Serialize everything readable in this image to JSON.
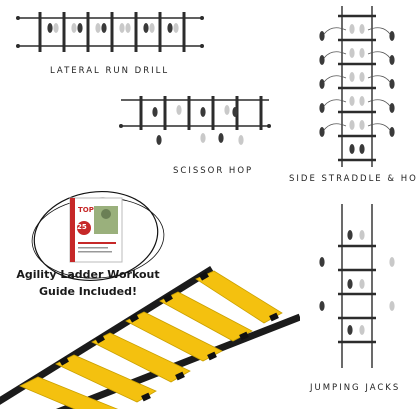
{
  "drills": {
    "lateral_run": "LATERAL RUN DRILL",
    "scissor_hop": "SCISSOR HOP",
    "side_straddle": "SIDE STRADDLE & HOP",
    "jumping_jacks": "JUMPING JACKS"
  },
  "guide": {
    "line1": "Agility Ladder Workout",
    "line2": "Guide Included!",
    "book_top": "TOP",
    "book_number": "25"
  },
  "colors": {
    "ladder_yellow": "#f4c10f",
    "strap_black": "#1b1b1b",
    "diagram_line": "#2c2c2c",
    "foot_dark": "#3a3a3a",
    "foot_light": "#c9c9c9",
    "book_red": "#c62828"
  }
}
